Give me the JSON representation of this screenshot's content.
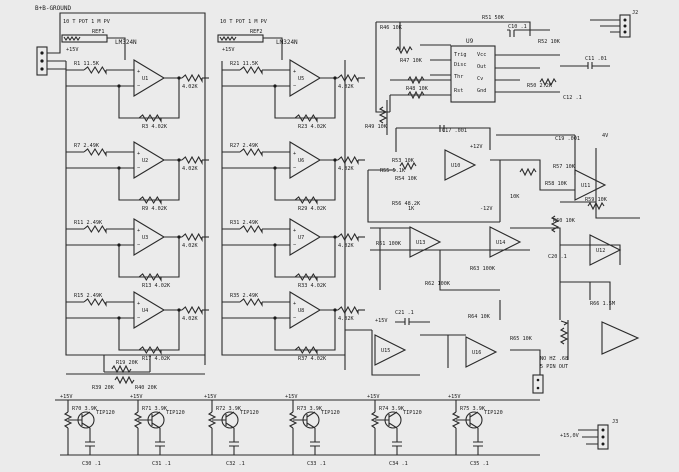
{
  "schematic": {
    "top_left": {
      "conn_label": "B+B-GROUND",
      "pot1": "10 T POT 1 M PV",
      "pot1_ref": "REF1",
      "pot2": "10 T POT 1 M PV",
      "pot2_ref": "REF2",
      "chip1": "LM324N",
      "chip2": "LM324N",
      "power1": "+15V",
      "power2": "+15V"
    },
    "bank1": {
      "stages": [
        {
          "in_res": "R1 11.5K",
          "fb_res": "R3 4.02K",
          "out": "4.02K",
          "id": "U1"
        },
        {
          "in_res": "R7 2.49K",
          "fb_res": "R9 4.02K",
          "out": "4.02K",
          "id": "U2"
        },
        {
          "in_res": "R11 2.49K",
          "fb_res": "R13 4.02K",
          "out": "4.02K",
          "id": "U3"
        },
        {
          "in_res": "R15 2.49K",
          "fb_res": "R17 4.02K",
          "out": "4.02K",
          "id": "U4"
        }
      ]
    },
    "bank2": {
      "stages": [
        {
          "in_res": "R21 11.5K",
          "fb_res": "R23 4.02K",
          "out": "4.02K",
          "id": "U5"
        },
        {
          "in_res": "R27 2.49K",
          "fb_res": "R29 4.02K",
          "out": "4.02K",
          "id": "U6"
        },
        {
          "in_res": "R31 2.49K",
          "fb_res": "R33 4.02K",
          "out": "4.02K",
          "id": "U7"
        },
        {
          "in_res": "R35 2.49K",
          "fb_res": "R37 4.02K",
          "out": "4.02K",
          "id": "U8"
        }
      ]
    },
    "bottom_res": [
      "R19 20K",
      "R39 20K",
      "R40 20K"
    ],
    "top_right": {
      "chip": "U9",
      "pot": "R51 50K",
      "pin_labels": [
        "Trig",
        "Disc",
        "Thr",
        "Out",
        "Vcc",
        "Gnd",
        "Rst",
        "Cv"
      ],
      "r_labels": [
        "R46 10K",
        "R47 10K",
        "R48 10K",
        "R49 10K",
        "R50 2.2K",
        "R52 10K"
      ],
      "cap_labels": [
        "C10 .1",
        "C11 .01",
        "C12 .1"
      ],
      "connector": "J2"
    },
    "mid_right": {
      "labels": [
        "C17 .001",
        "C19 .001",
        "R53 10K",
        "R54 10K",
        "R55 5.1K",
        "R56 48.2K",
        "R57 10K",
        "R58 10K",
        "R59 10K",
        "R60 10K",
        "1K",
        "10K",
        "4V",
        "+12V",
        "-12V"
      ],
      "opamps": [
        "U10",
        "U11",
        "U12"
      ]
    },
    "lower_right": {
      "labels": [
        "R61 100K",
        "R62 100K",
        "R63 100K",
        "R64 10K",
        "R65 10K",
        "R66 1.5M",
        "C20 .1",
        "C21 .1",
        "NO HZ .68",
        "5 PIN OUT",
        "+15V"
      ],
      "opamps": [
        "U13",
        "U14",
        "U15",
        "U16"
      ]
    },
    "transistor_row": {
      "stages": [
        {
          "q": "TIP120",
          "r": "R70 3.9K",
          "c": "C30 .1",
          "v": "+15V"
        },
        {
          "q": "TIP120",
          "r": "R71 3.9K",
          "c": "C31 .1",
          "v": "+15V"
        },
        {
          "q": "TIP120",
          "r": "R72 3.9K",
          "c": "C32 .1",
          "v": "+15V"
        },
        {
          "q": "TIP120",
          "r": "R73 3.9K",
          "c": "C33 .1",
          "v": "+15V"
        },
        {
          "q": "TIP120",
          "r": "R74 3.9K",
          "c": "C34 .1",
          "v": "+15V"
        },
        {
          "q": "TIP120",
          "r": "R75 3.9K",
          "c": "C35 .1",
          "v": "+15V"
        }
      ]
    },
    "bottom_connector": {
      "label": "+15,0V",
      "ref": "J3"
    }
  }
}
